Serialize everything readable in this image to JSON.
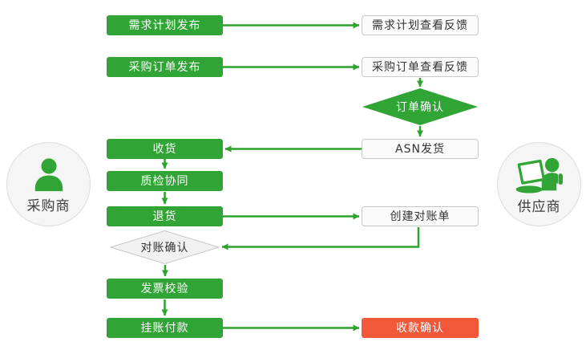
{
  "actors": {
    "buyer": {
      "label": "采购商",
      "icon": "person-icon"
    },
    "supplier": {
      "label": "供应商",
      "icon": "person-laptop-icon"
    }
  },
  "nodes": {
    "demand_plan_publish": "需求计划发布",
    "demand_plan_feedback": "需求计划查看反馈",
    "po_publish": "采购订单发布",
    "po_feedback": "采购订单查看反馈",
    "order_confirm": "订单确认",
    "asn_ship": "ASN发货",
    "receive_goods": "收货",
    "quality_collab": "质检协同",
    "return_goods": "退货",
    "create_statement": "创建对账单",
    "statement_confirm": "对账确认",
    "invoice_verify": "发票校验",
    "pay_on_account": "挂账付款",
    "payment_confirm": "收款确认"
  },
  "colors": {
    "green": "#30a535",
    "green_line": "#2ca42c",
    "red": "#f1583a",
    "box_bg": "#fbfbfb",
    "box_border": "#c8c8c8",
    "diamond_bg": "#f1f1f1",
    "diamond_border": "#c9c9c9",
    "circle_bg": "#f5f5f5",
    "circle_border": "#dcdcdc",
    "text_dark": "#333333"
  }
}
